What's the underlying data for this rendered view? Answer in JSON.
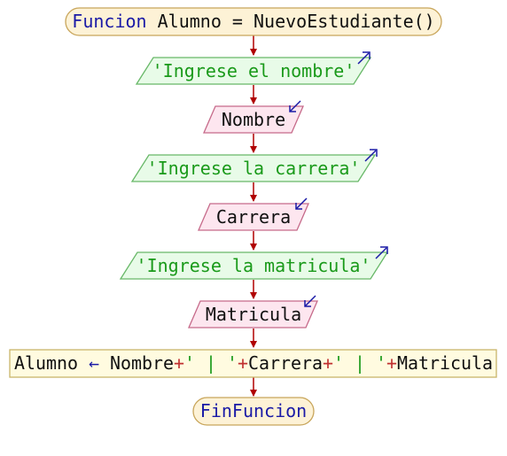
{
  "start": {
    "keyword": "Funcion",
    "body": " Alumno = NuevoEstudiante()"
  },
  "steps": [
    {
      "kind": "output",
      "text": "'Ingrese el nombre'"
    },
    {
      "kind": "input",
      "text": "Nombre"
    },
    {
      "kind": "output",
      "text": "'Ingrese la carrera'"
    },
    {
      "kind": "input",
      "text": "Carrera"
    },
    {
      "kind": "output",
      "text": "'Ingrese la matricula'"
    },
    {
      "kind": "input",
      "text": "Matricula"
    }
  ],
  "assign": {
    "target": "Alumno",
    "arrow": "←",
    "parts": [
      {
        "t": "Nombre",
        "c": "plain"
      },
      {
        "t": "+",
        "c": "op"
      },
      {
        "t": "' | '",
        "c": "str"
      },
      {
        "t": "+",
        "c": "op"
      },
      {
        "t": "Carrera",
        "c": "plain"
      },
      {
        "t": "+",
        "c": "op"
      },
      {
        "t": "' | '",
        "c": "str"
      },
      {
        "t": "+",
        "c": "op"
      },
      {
        "t": "Matricula",
        "c": "plain"
      }
    ]
  },
  "end": {
    "keyword": "FinFuncion"
  },
  "colors": {
    "terminal_fill": "#fdf2d6",
    "terminal_stroke": "#c8a55a",
    "output_fill": "#e8fbe8",
    "output_stroke": "#68b868",
    "input_fill": "#fde6ef",
    "input_stroke": "#c66a8a",
    "process_fill": "#fffbe0",
    "process_stroke": "#c9b56a",
    "connector": "#b00000",
    "io_arrow": "#1a1aa6"
  }
}
